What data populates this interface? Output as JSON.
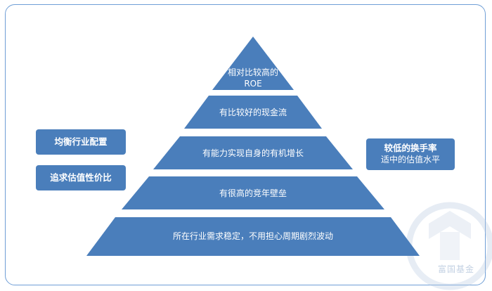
{
  "pyramid": {
    "layers": [
      {
        "line1": "相对比较高的",
        "line2": "ROE"
      },
      {
        "line1": "有比较好的现金流"
      },
      {
        "line1": "有能力实现自身的有机增长"
      },
      {
        "line1": "有很高的竞年壁垒"
      },
      {
        "line1": "所在行业需求稳定，不用担心周期剧烈波动"
      }
    ]
  },
  "left_boxes": [
    "均衡行业配置",
    "追求估值性价比"
  ],
  "right_box": {
    "line1": "较低的换手率",
    "line2": "适中的估值水平"
  },
  "watermark": {
    "text": "富国基金"
  },
  "colors": {
    "layer_fill": "#4a7ebb",
    "frame_border": "#6f9ed6",
    "watermark": "#c3d1e3"
  }
}
